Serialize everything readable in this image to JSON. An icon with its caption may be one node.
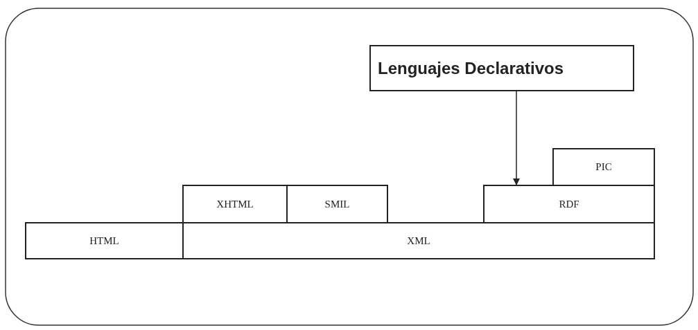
{
  "diagram": {
    "nodes": [
      {
        "text": [
          "Lenguajes Declarativos"
        ]
      },
      {
        "text": [
          "PIC"
        ]
      },
      {
        "text": [
          "XHTML"
        ]
      },
      {
        "text": [
          "SMIL"
        ]
      },
      {
        "text": [
          "RDF"
        ]
      },
      {
        "text": [
          "HTML"
        ]
      },
      {
        "text": [
          "XML"
        ]
      }
    ],
    "edges": [
      {
        "from": 0,
        "to": 4,
        "arrow": "to"
      }
    ]
  }
}
